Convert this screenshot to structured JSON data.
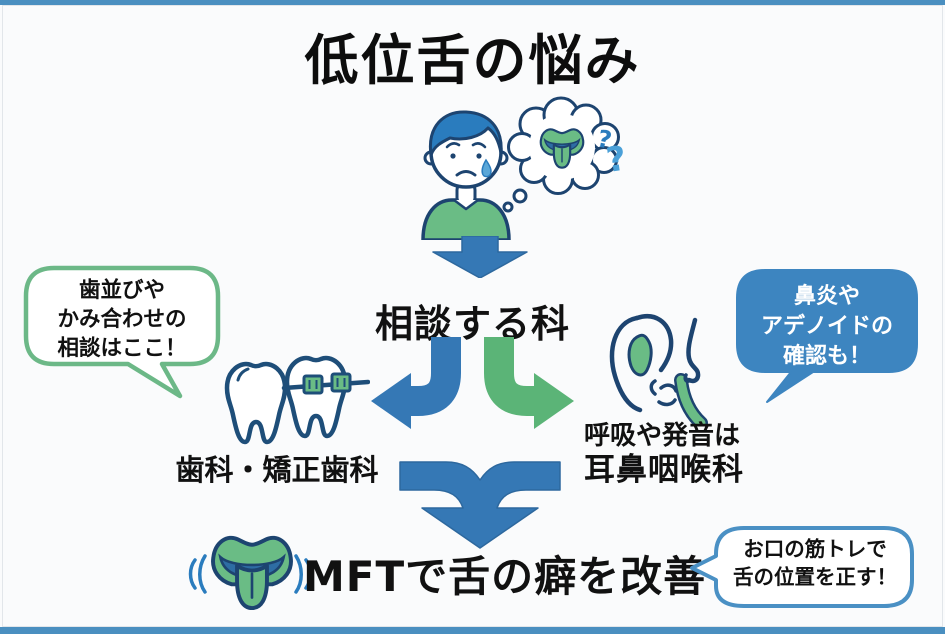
{
  "title": "低位舌の悩み",
  "flow": {
    "consult_label": "相談する科"
  },
  "dental": {
    "bubble_lines": [
      "歯並びや",
      "かみ合わせの",
      "相談はここ！"
    ],
    "label": "歯科・矯正歯科"
  },
  "ent": {
    "bubble_lines": [
      "鼻炎や",
      "アデノイドの",
      "確認も！"
    ],
    "label_line1": "呼吸や発音は",
    "label_line2": "耳鼻咽喉科"
  },
  "mft": {
    "label": "MFTで舌の癖を改善",
    "bubble_lines": [
      "お口の筋トレで",
      "舌の位置を正す！"
    ]
  },
  "thought": {
    "qmark_small": "?",
    "qmark_large": "?"
  },
  "icons": {
    "person": "worried-boy-icon",
    "thought": "thought-bubble-icon",
    "tongue": "tongue-icon",
    "teeth": "teeth-braces-icon",
    "ear_nose": "ear-nose-icon",
    "arrows": [
      "down-arrow-icon",
      "split-left-arrow-icon",
      "split-right-arrow-icon",
      "merge-down-arrow-icon"
    ]
  },
  "colors": {
    "arrow_blue": "#3578b5",
    "arrow_green": "#5bb477",
    "outline_navy": "#1d4470",
    "fill_green": "#6abc85",
    "mouth_blue": "#2e6da4",
    "bubble_blue_fill": "#3d85c0",
    "bubble_green_border": "#6cb887",
    "bubble_blue_border": "#4a90c4",
    "frame_blue": "#4a8fc0",
    "hair_blue": "#2a7cbe"
  }
}
